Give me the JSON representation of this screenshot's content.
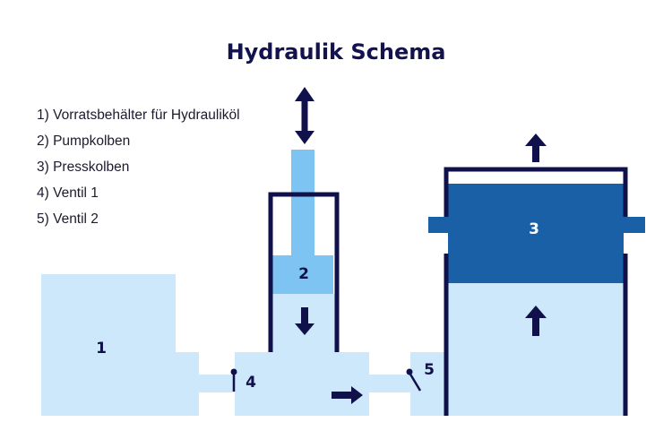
{
  "title": "Hydraulik Schema",
  "legend": [
    "1) Vorratsbehälter für Hydrauliköl",
    "2) Pumpkolben",
    "3) Presskolben",
    "4) Ventil 1",
    "5) Ventil 2"
  ],
  "labels": {
    "reservoir": "1",
    "pump_piston": "2",
    "press_piston": "3",
    "valve_1": "4",
    "valve_2": "5"
  },
  "colors": {
    "title": "#12124f",
    "fluid": "#cde8fb",
    "pump_piston": "#7ec4f3",
    "press_piston": "#1a60a6",
    "walls_and_arrows": "#10104a"
  },
  "icons": {
    "pump_motion": "double-arrow-vertical-icon",
    "pump_down": "arrow-down-icon",
    "flow": "arrow-right-icon",
    "press_up": "arrow-up-icon",
    "lift": "arrow-up-icon"
  }
}
